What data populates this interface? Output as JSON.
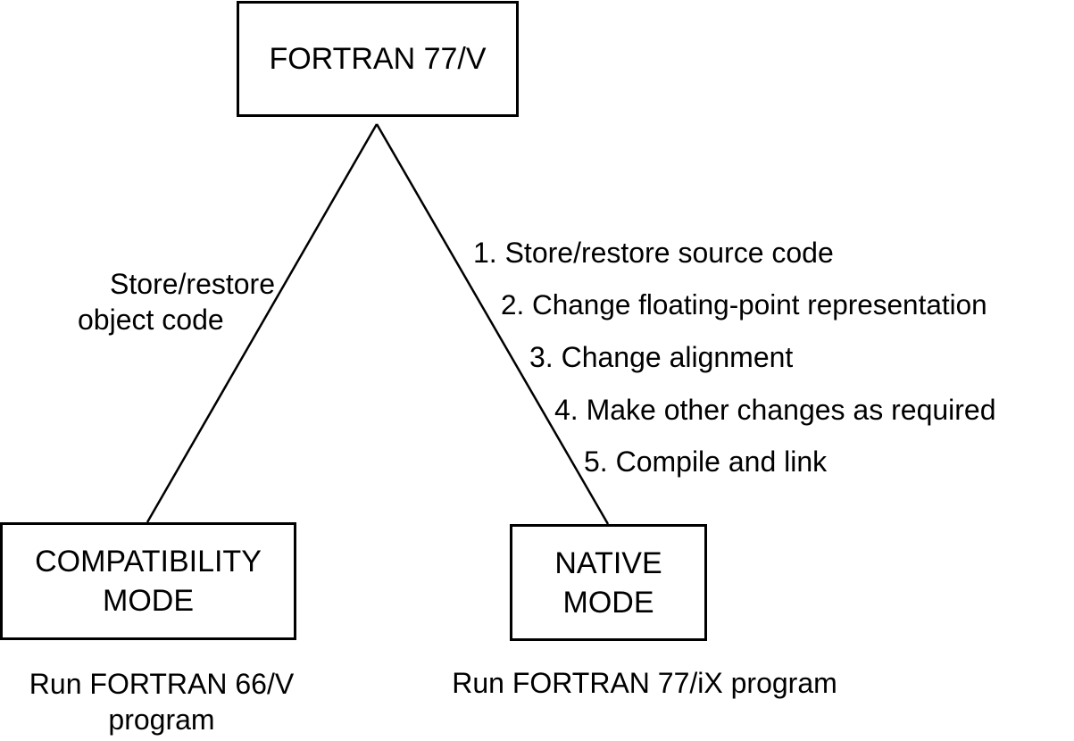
{
  "top_node": {
    "label": "FORTRAN 77/V"
  },
  "left_node": {
    "line1": "COMPATIBILITY",
    "line2": "MODE",
    "caption_line1": "Run FORTRAN 66/V",
    "caption_line2": "program"
  },
  "right_node": {
    "line1": "NATIVE",
    "line2": "MODE",
    "caption": "Run FORTRAN 77/iX program"
  },
  "left_edge": {
    "label_line1": "Store/restore",
    "label_line2": "object code"
  },
  "right_edge": {
    "steps": [
      "1. Store/restore source code",
      "2. Change floating-point representation",
      "3. Change alignment",
      "4. Make other changes as required",
      "5. Compile and link"
    ]
  }
}
